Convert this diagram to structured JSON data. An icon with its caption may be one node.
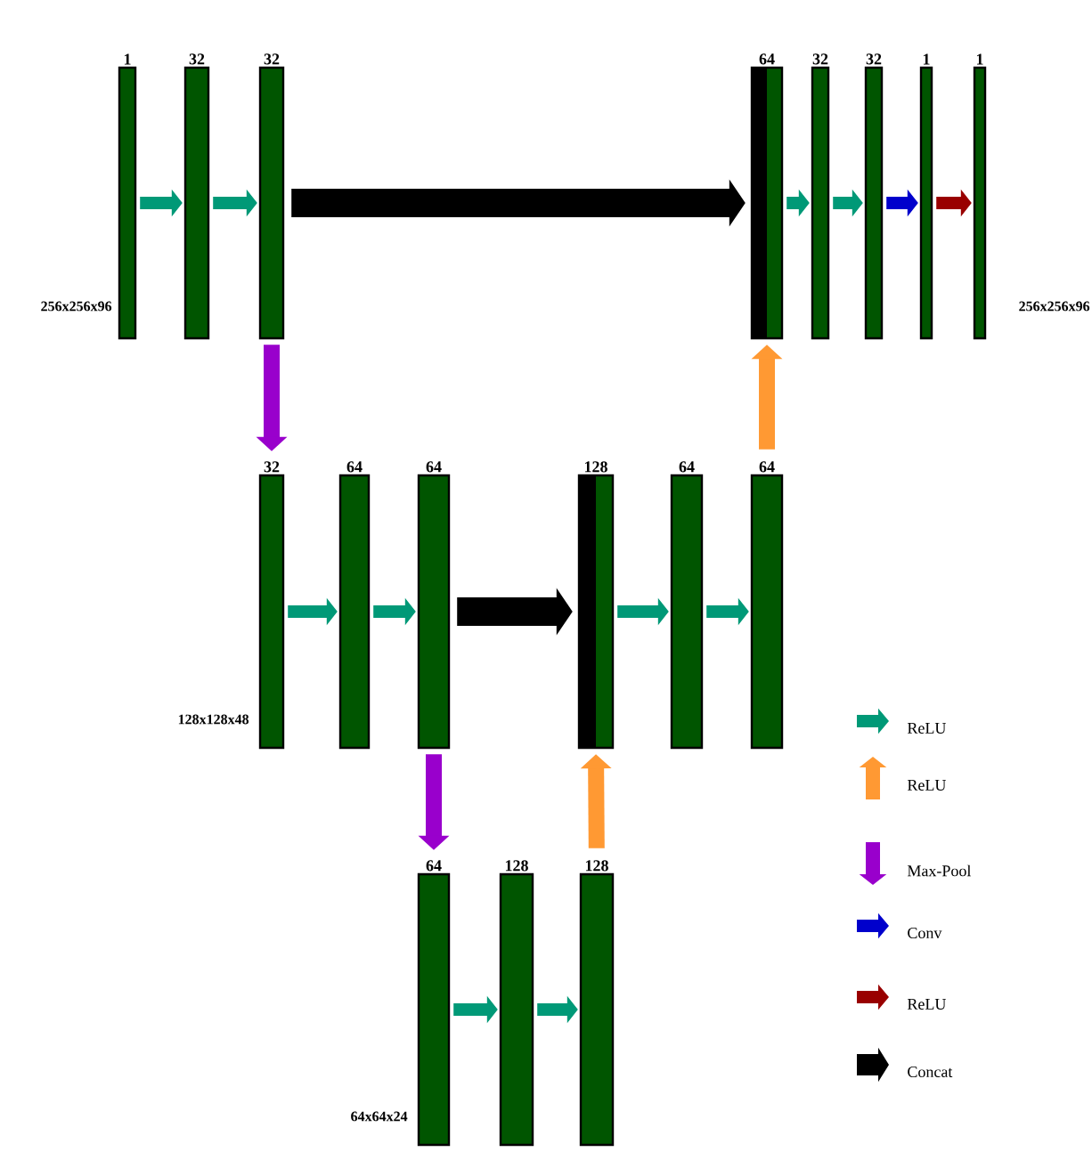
{
  "diagram": {
    "nodes": [
      {
        "text": [
          "1"
        ]
      },
      {
        "text": [
          "32"
        ]
      },
      {
        "text": [
          "32"
        ]
      },
      {
        "text": [
          "64"
        ]
      },
      {
        "text": [
          "32"
        ]
      },
      {
        "text": [
          "32"
        ]
      },
      {
        "text": [
          "1"
        ]
      },
      {
        "text": [
          "1"
        ]
      },
      {
        "text": [
          "32"
        ]
      },
      {
        "text": [
          "64"
        ]
      },
      {
        "text": [
          "64"
        ]
      },
      {
        "text": [
          "128"
        ]
      },
      {
        "text": [
          "64"
        ]
      },
      {
        "text": [
          "64"
        ]
      },
      {
        "text": [
          "64"
        ]
      },
      {
        "text": [
          "128"
        ]
      },
      {
        "text": [
          "128"
        ]
      }
    ],
    "edges": [
      {
        "from": 0,
        "to": 1,
        "arrow": "to"
      },
      {
        "from": 1,
        "to": 2,
        "arrow": "to"
      },
      {
        "from": 2,
        "to": 3,
        "arrow": "to",
        "style": "thick",
        "color": "#000000"
      },
      {
        "from": 3,
        "to": 4,
        "arrow": "to"
      },
      {
        "from": 4,
        "to": 5,
        "arrow": "to"
      },
      {
        "from": 5,
        "to": 6,
        "arrow": "to",
        "color": "#0000cc"
      },
      {
        "from": 6,
        "to": 7,
        "arrow": "to",
        "color": "#990000"
      },
      {
        "from": 2,
        "to": 8,
        "arrow": "to",
        "color": "#9900cc"
      },
      {
        "from": 8,
        "to": 9,
        "arrow": "to"
      },
      {
        "from": 9,
        "to": 10,
        "arrow": "to"
      },
      {
        "from": 10,
        "to": 11,
        "arrow": "to",
        "style": "thick",
        "color": "#000000"
      },
      {
        "from": 11,
        "to": 12,
        "arrow": "to"
      },
      {
        "from": 12,
        "to": 13,
        "arrow": "to"
      },
      {
        "from": 13,
        "to": 3,
        "arrow": "to",
        "color": "#ff9933"
      },
      {
        "from": 10,
        "to": 14,
        "arrow": "to",
        "color": "#9900cc"
      },
      {
        "from": 14,
        "to": 15,
        "arrow": "to"
      },
      {
        "from": 15,
        "to": 16,
        "arrow": "to"
      },
      {
        "from": 16,
        "to": 11,
        "arrow": "to",
        "color": "#ff9933"
      }
    ],
    "labels": [
      "256x256x96",
      "256x256x96",
      "128x128x48",
      "64x64x24"
    ],
    "legend": [
      {
        "text": "ReLU",
        "color": "#009977"
      },
      {
        "text": "ReLU",
        "color": "#ff9933"
      },
      {
        "text": "Max-Pool",
        "color": "#9900cc"
      },
      {
        "text": "Conv",
        "color": "#0000cc"
      },
      {
        "text": "ReLU",
        "color": "#990000"
      },
      {
        "text": "Concat",
        "color": "#000000"
      }
    ]
  }
}
